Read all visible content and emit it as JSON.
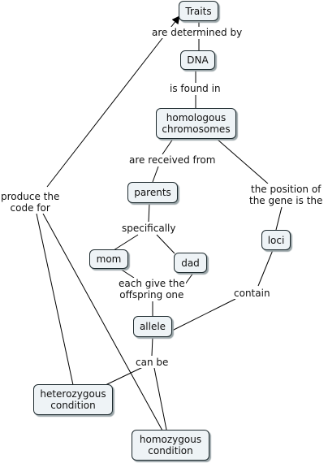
{
  "nodes": {
    "traits": "Traits",
    "dna": "DNA",
    "homologous": "homologous\nchromosomes",
    "parents": "parents",
    "mom": "mom",
    "dad": "dad",
    "loci": "loci",
    "allele": "allele",
    "heterozygous": "heterozygous\ncondition",
    "homozygous": "homozygous\ncondition"
  },
  "links": {
    "determined": "are determined by",
    "found_in": "is found in",
    "received_from": "are received from",
    "position": "the position of\nthe gene is the",
    "specifically": "specifically",
    "each_give": "each give the\noffspring one",
    "contain": "contain",
    "can_be": "can be",
    "produce": "produce the\ncode for"
  },
  "colors": {
    "node_fill": "#eef3f6",
    "node_border": "#1d2a2e",
    "line": "#000000"
  }
}
